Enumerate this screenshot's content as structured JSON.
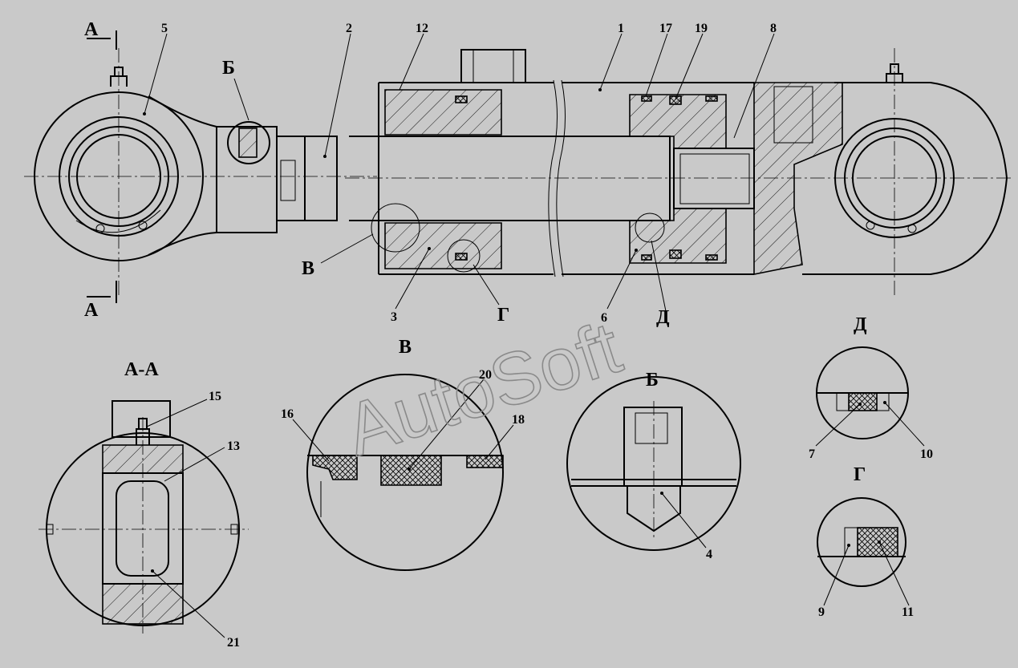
{
  "watermark": "AutoSoft",
  "section_labels": {
    "a_top": "А",
    "a_bottom": "А",
    "b_main": "Б",
    "v_main": "В",
    "g_main": "Г",
    "d_main": "Д",
    "aa_view": "А-А",
    "v_view": "В",
    "b_view": "Б",
    "d_view": "Д",
    "g_view": "Г"
  },
  "callouts": {
    "c1": "1",
    "c2": "2",
    "c3": "3",
    "c4": "4",
    "c5": "5",
    "c6": "6",
    "c7": "7",
    "c8": "8",
    "c9": "9",
    "c10": "10",
    "c11": "11",
    "c12": "12",
    "c13": "13",
    "c15": "15",
    "c16": "16",
    "c17": "17",
    "c18": "18",
    "c19": "19",
    "c20": "20",
    "c21": "21"
  },
  "colors": {
    "background": "#c9c9c9",
    "lines": "#000000",
    "watermark": "#8a8a8a"
  }
}
